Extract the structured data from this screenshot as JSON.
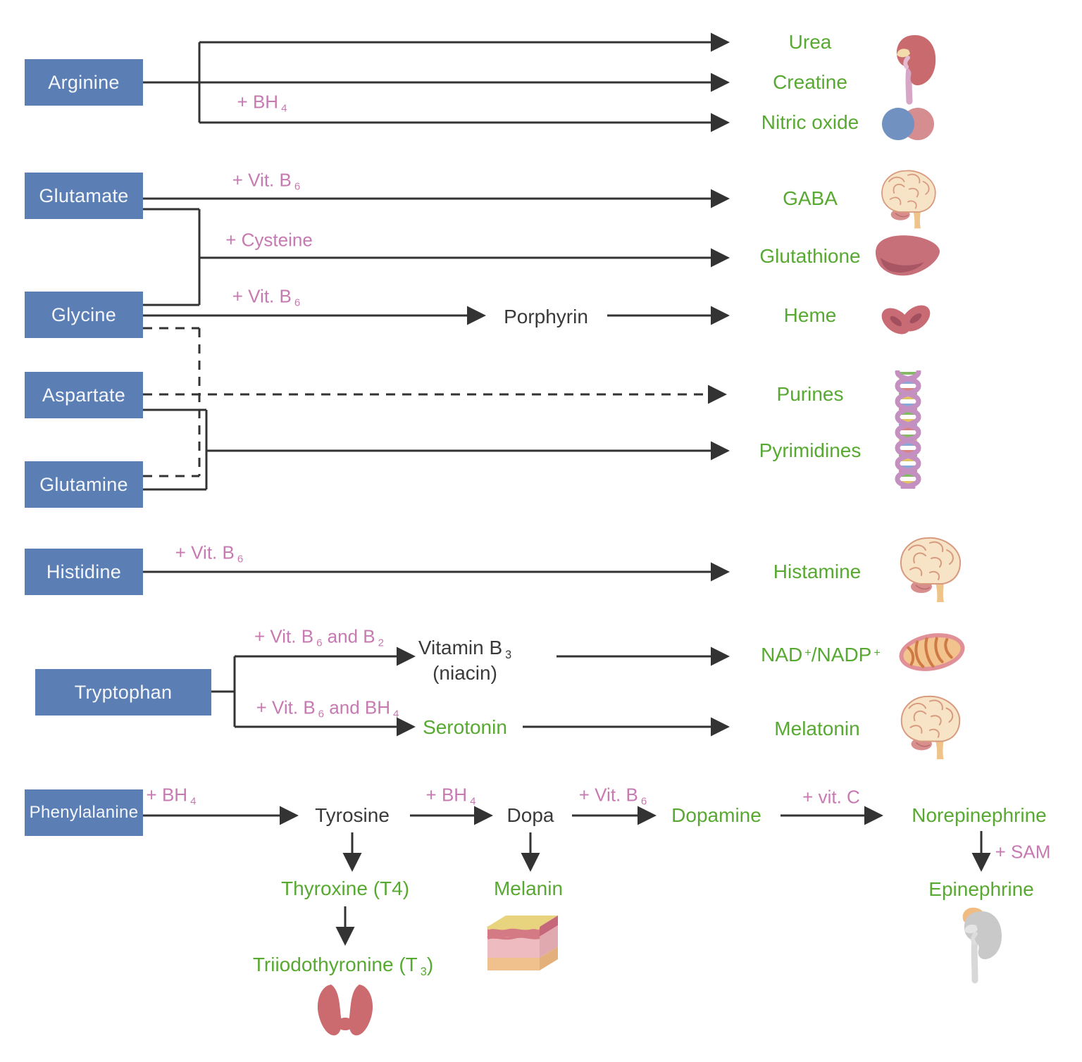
{
  "boxes": {
    "arginine": "Arginine",
    "glutamate": "Glutamate",
    "glycine": "Glycine",
    "aspartate": "Aspartate",
    "glutamine": "Glutamine",
    "histidine": "Histidine",
    "tryptophan": "Tryptophan",
    "phenylalanine": "Phenylalanine"
  },
  "products": {
    "urea": "Urea",
    "creatine": "Creatine",
    "nitric_oxide": "Nitric oxide",
    "gaba": "GABA",
    "glutathione": "Glutathione",
    "heme": "Heme",
    "purines": "Purines",
    "pyrimidines": "Pyrimidines",
    "histamine": "Histamine",
    "nad": {
      "p1": "NAD",
      "s1": "+",
      "p2": "/NADP",
      "s2": "+"
    },
    "serotonin": "Serotonin",
    "melatonin": "Melatonin",
    "dopamine": "Dopamine",
    "norepinephrine": "Norepinephrine",
    "epinephrine": "Epinephrine",
    "thyroxine": "Thyroxine (T4)",
    "triiodothyronine": {
      "p1": "Triiodothyronine (T",
      "s1": "3",
      "p2": ")"
    },
    "melanin": "Melanin"
  },
  "intermediates": {
    "porphyrin": "Porphyrin",
    "vitamin_b3": {
      "p1": "Vitamin B",
      "s1": "3",
      "line2": "(niacin)"
    },
    "tyrosine": "Tyrosine",
    "dopa": "Dopa"
  },
  "cofactors": {
    "bh4_arg": {
      "p1": "+ BH",
      "s1": "4"
    },
    "vitb6_gaba": {
      "p1": "+ Vit. B",
      "s1": "6"
    },
    "cysteine": {
      "p1": "+ Cysteine"
    },
    "vitb6_heme": {
      "p1": "+ Vit. B",
      "s1": "6"
    },
    "vitb6_hist": {
      "p1": "+ Vit. B",
      "s1": "6"
    },
    "trp_niacin": {
      "p1": "+ Vit. B",
      "s1": "6",
      "p2": " and B",
      "s2": "2"
    },
    "trp_serotonin": {
      "p1": "+ Vit. B",
      "s1": "6",
      "p2": " and BH",
      "s2": "4"
    },
    "bh4_phe": {
      "p1": "+ BH",
      "s1": "4"
    },
    "bh4_tyr": {
      "p1": "+ BH",
      "s1": "4"
    },
    "vitb6_dopa": {
      "p1": "+ Vit. B",
      "s1": "6"
    },
    "vitc": {
      "p1": "+ vit. C"
    },
    "sam": {
      "p1": "+ SAM"
    }
  },
  "icons": {
    "kidney": "kidney",
    "nitric_oxide_molecule": "nitric-oxide-molecule",
    "brain_gaba": "brain",
    "liver": "liver",
    "red_blood_cells": "red-blood-cells",
    "dna_helix": "dna-helix",
    "brain_histamine": "brain",
    "mitochondrion": "mitochondrion",
    "brain_melatonin": "brain",
    "skin": "skin-layers",
    "adrenal_gland": "adrenal-gland",
    "thyroid": "thyroid-gland"
  },
  "palette": {
    "box_blue": "#5b7fb5",
    "product_green": "#58a932",
    "cofactor_pink": "#c77ab2",
    "line_black": "#333333"
  }
}
